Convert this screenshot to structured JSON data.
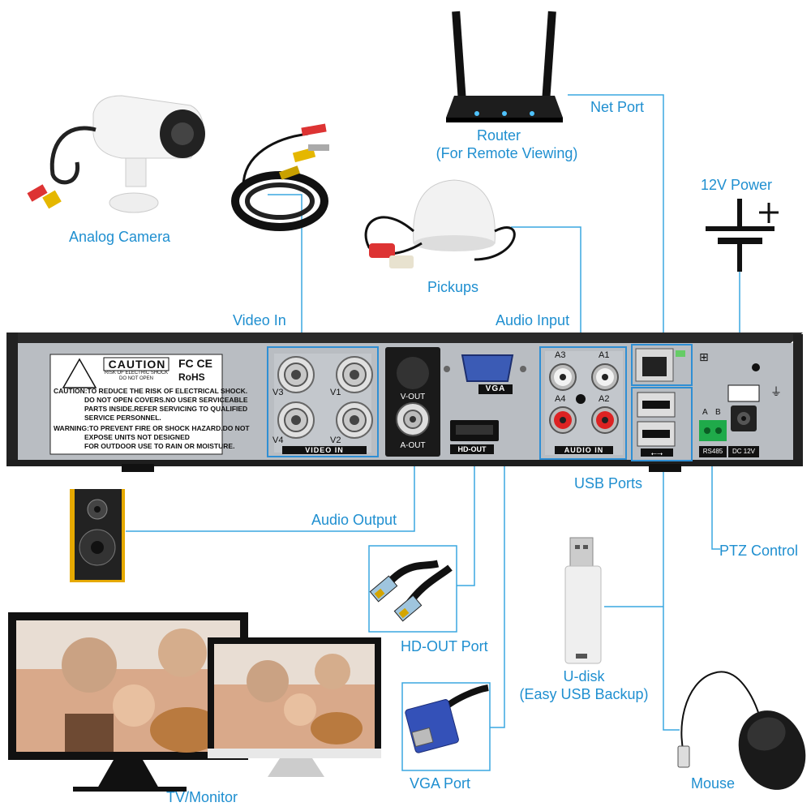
{
  "labels": {
    "analog_camera": "Analog Camera",
    "router": "Router",
    "router_sub": "(For Remote Viewing)",
    "net_port": "Net Port",
    "power": "12V Power",
    "pickups": "Pickups",
    "video_in": "Video In",
    "audio_input": "Audio Input",
    "usb_ports": "USB Ports",
    "audio_output": "Audio Output",
    "ptz_control": "PTZ Control",
    "hdout_port": "HD-OUT Port",
    "udisk": "U-disk",
    "udisk_sub": "(Easy USB Backup)",
    "vga_port": "VGA Port",
    "mouse": "Mouse",
    "tv_monitor": "TV/Monitor"
  },
  "panel": {
    "caution_title": "CAUTION",
    "caution_small_1": "RISK OF ELECTRIC SHOCK",
    "caution_small_2": "DO NOT OPEN",
    "fc_ce": "FC CE",
    "rohs": "RoHS",
    "caution_line_1": "CAUTION:TO REDUCE THE RISK OF ELECTRICAL SHOCK.",
    "caution_line_2": "DO NOT OPEN COVERS.NO USER SERVICEABLE",
    "caution_line_3": "PARTS INSIDE.REFER SERVICING TO QUALIFIED",
    "caution_line_4": "SERVICE PERSONNEL.",
    "warning_line_1": "WARNING:TO PREVENT FIRE OR SHOCK HAZARD.DO NOT",
    "warning_line_2": "EXPOSE UNITS NOT DESIGNED",
    "warning_line_3": "FOR OUTDOOR USE TO RAIN OR MOISTURE.",
    "video_in_strip": "VIDEO IN",
    "v1": "V1",
    "v2": "V2",
    "v3": "V3",
    "v4": "V4",
    "vout": "V-OUT",
    "aout": "A-OUT",
    "vga": "VGA",
    "hdout": "HD-OUT",
    "a1": "A1",
    "a2": "A2",
    "a3": "A3",
    "a4": "A4",
    "audio_in_strip": "AUDIO IN",
    "a": "A",
    "b": "B",
    "rs485": "RS485",
    "dc12v": "DC 12V"
  }
}
